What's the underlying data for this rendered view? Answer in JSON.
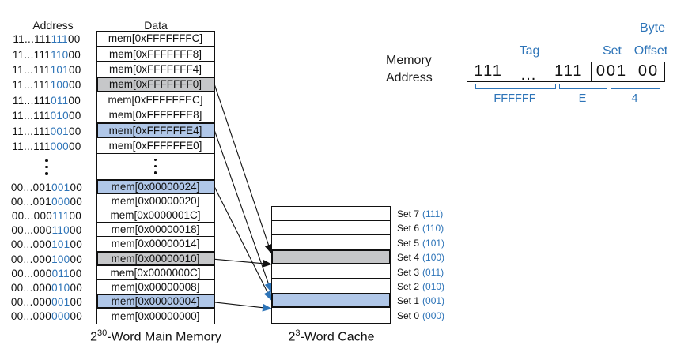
{
  "colors": {
    "accent_blue": "#2d74b8",
    "highlight_blue": "#b0c7e8",
    "highlight_gray": "#c6c7c9"
  },
  "memory": {
    "address_header": "Address",
    "data_header": "Data",
    "caption_base": "2",
    "caption_sup": "30",
    "caption_rest": "-Word Main Memory",
    "rows_top": [
      {
        "addr_prefix": "11...111",
        "addr_set": "111",
        "addr_offset": "00",
        "data": "mem[0xFFFFFFFC]",
        "highlight": "none"
      },
      {
        "addr_prefix": "11...111",
        "addr_set": "110",
        "addr_offset": "00",
        "data": "mem[0xFFFFFFF8]",
        "highlight": "none"
      },
      {
        "addr_prefix": "11...111",
        "addr_set": "101",
        "addr_offset": "00",
        "data": "mem[0xFFFFFFF4]",
        "highlight": "none"
      },
      {
        "addr_prefix": "11...111",
        "addr_set": "100",
        "addr_offset": "00",
        "data": "mem[0xFFFFFFF0]",
        "highlight": "gray"
      },
      {
        "addr_prefix": "11...111",
        "addr_set": "011",
        "addr_offset": "00",
        "data": "mem[0xFFFFFFEC]",
        "highlight": "none"
      },
      {
        "addr_prefix": "11...111",
        "addr_set": "010",
        "addr_offset": "00",
        "data": "mem[0xFFFFFFE8]",
        "highlight": "none"
      },
      {
        "addr_prefix": "11...111",
        "addr_set": "001",
        "addr_offset": "00",
        "data": "mem[0xFFFFFFE4]",
        "highlight": "blue"
      },
      {
        "addr_prefix": "11...111",
        "addr_set": "000",
        "addr_offset": "00",
        "data": "mem[0xFFFFFFE0]",
        "highlight": "none"
      }
    ],
    "rows_bottom": [
      {
        "addr_prefix": "00...001",
        "addr_set": "001",
        "addr_offset": "00",
        "data": "mem[0x00000024]",
        "highlight": "blue"
      },
      {
        "addr_prefix": "00...001",
        "addr_set": "000",
        "addr_offset": "00",
        "data": "mem[0x00000020]",
        "highlight": "none"
      },
      {
        "addr_prefix": "00...000",
        "addr_set": "111",
        "addr_offset": "00",
        "data": "mem[0x0000001C]",
        "highlight": "none"
      },
      {
        "addr_prefix": "00...000",
        "addr_set": "110",
        "addr_offset": "00",
        "data": "mem[0x00000018]",
        "highlight": "none"
      },
      {
        "addr_prefix": "00...000",
        "addr_set": "101",
        "addr_offset": "00",
        "data": "mem[0x00000014]",
        "highlight": "none"
      },
      {
        "addr_prefix": "00...000",
        "addr_set": "100",
        "addr_offset": "00",
        "data": "mem[0x00000010]",
        "highlight": "gray"
      },
      {
        "addr_prefix": "00...000",
        "addr_set": "011",
        "addr_offset": "00",
        "data": "mem[0x0000000C]",
        "highlight": "none"
      },
      {
        "addr_prefix": "00...000",
        "addr_set": "010",
        "addr_offset": "00",
        "data": "mem[0x00000008]",
        "highlight": "none"
      },
      {
        "addr_prefix": "00...000",
        "addr_set": "001",
        "addr_offset": "00",
        "data": "mem[0x00000004]",
        "highlight": "blue"
      },
      {
        "addr_prefix": "00...000",
        "addr_set": "000",
        "addr_offset": "00",
        "data": "mem[0x00000000]",
        "highlight": "none"
      }
    ]
  },
  "cache": {
    "caption_base": "2",
    "caption_sup": "3",
    "caption_rest": "-Word Cache",
    "sets": [
      {
        "name": "Set 7",
        "bits": "(111)",
        "highlight": "none"
      },
      {
        "name": "Set 6",
        "bits": "(110)",
        "highlight": "none"
      },
      {
        "name": "Set 5",
        "bits": "(101)",
        "highlight": "none"
      },
      {
        "name": "Set 4",
        "bits": "(100)",
        "highlight": "gray"
      },
      {
        "name": "Set 3",
        "bits": "(011)",
        "highlight": "none"
      },
      {
        "name": "Set 2",
        "bits": "(010)",
        "highlight": "none"
      },
      {
        "name": "Set 1",
        "bits": "(001)",
        "highlight": "blue"
      },
      {
        "name": "Set 0",
        "bits": "(000)",
        "highlight": "none"
      }
    ]
  },
  "address_breakdown": {
    "label_line1": "Memory",
    "label_line2": "Address",
    "byte_label": "Byte",
    "tag_label": "Tag",
    "set_label": "Set",
    "offset_label": "Offset",
    "tag_left": "111",
    "tag_dots": "...",
    "tag_right": "111",
    "set_value": "001",
    "offset_value": "00",
    "tag_hex": "FFFFFF",
    "mid_hex": "E",
    "offset_hex": "4"
  },
  "arrows": [
    {
      "from_group": "top",
      "from_row": 3,
      "to_set": 4,
      "color": "black"
    },
    {
      "from_group": "top",
      "from_row": 6,
      "to_set": 1,
      "color": "blue"
    },
    {
      "from_group": "bottom",
      "from_row": 0,
      "to_set": 1,
      "color": "blue"
    },
    {
      "from_group": "bottom",
      "from_row": 5,
      "to_set": 4,
      "color": "black"
    },
    {
      "from_group": "bottom",
      "from_row": 8,
      "to_set": 1,
      "color": "blue"
    }
  ]
}
